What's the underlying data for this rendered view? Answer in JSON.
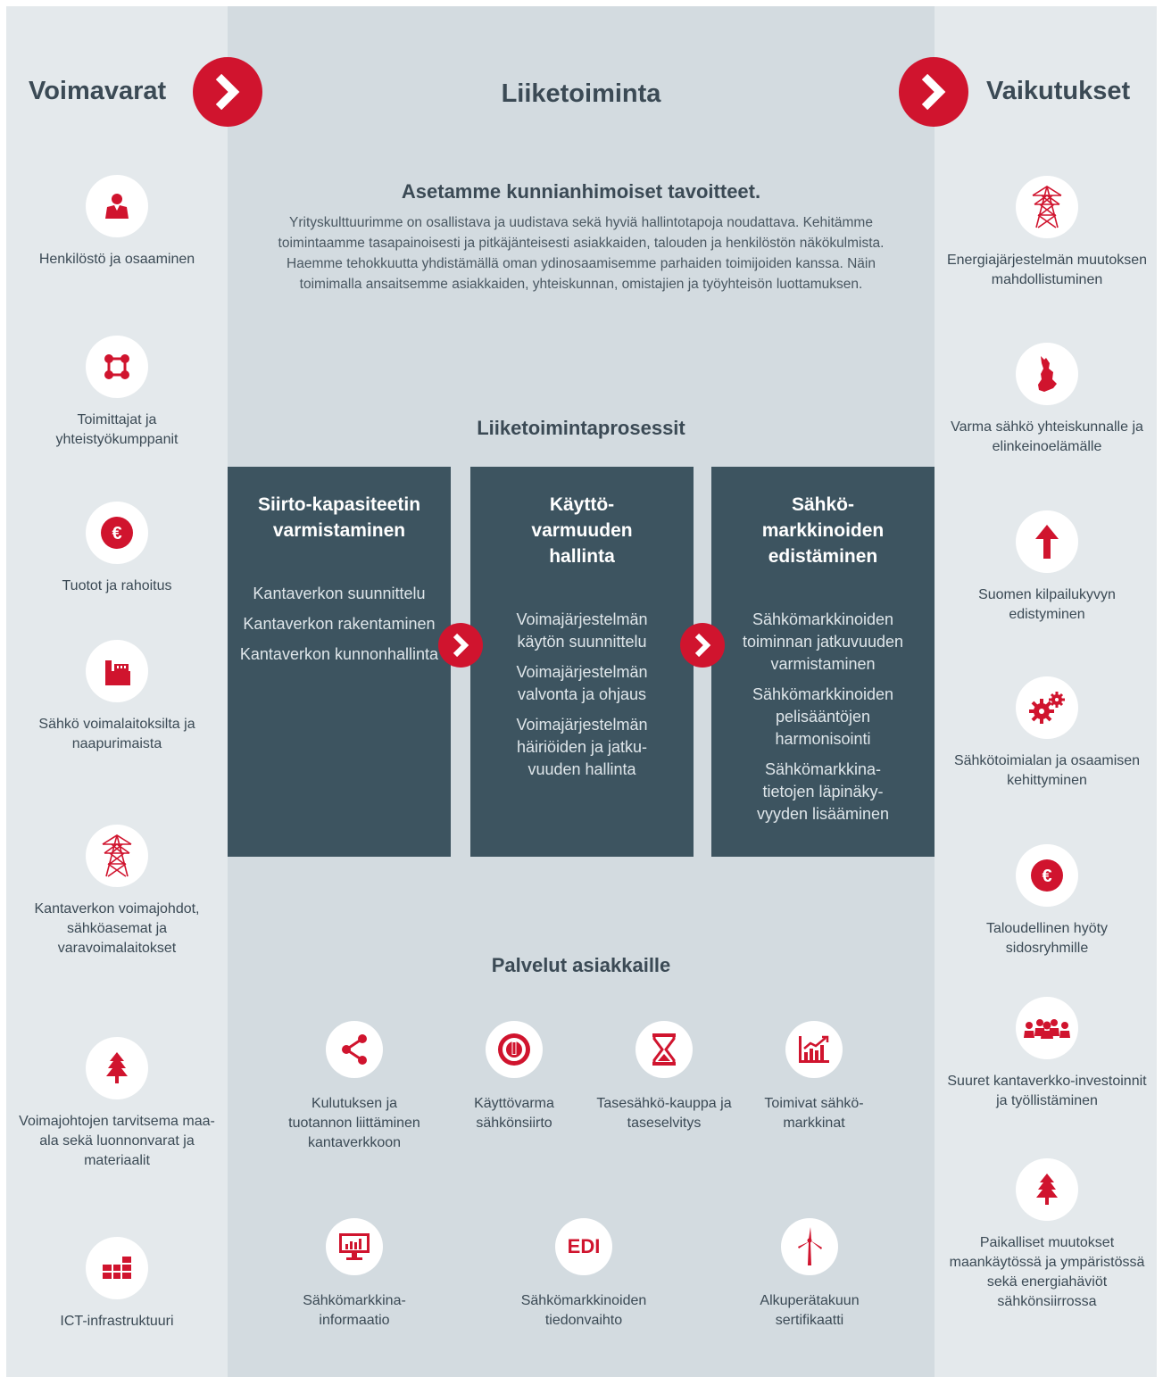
{
  "colors": {
    "accent": "#d0142e",
    "dark_box": "#3d5460",
    "side_bg": "#e4e9ec",
    "mid_bg": "#d3dbe0",
    "text": "#3b4a55"
  },
  "headings": {
    "left": "Voimavarat",
    "middle": "Liiketoiminta",
    "right": "Vaikutukset"
  },
  "left_items": [
    {
      "label": "Henkilöstö ja osaaminen",
      "icon": "person-icon"
    },
    {
      "label": "Toimittajat ja yhteistyökumppanit",
      "icon": "network-icon"
    },
    {
      "label": "Tuotot ja rahoitus",
      "icon": "euro-icon"
    },
    {
      "label": "Sähkö voimalaitoksilta ja naapurimaista",
      "icon": "factory-icon"
    },
    {
      "label": "Kantaverkon voimajohdot, sähköasemat ja varavoimalaitokset",
      "icon": "pylon-icon"
    },
    {
      "label": "Voimajohtojen tarvitsema maa-ala sekä luonnonvarat ja materiaalit",
      "icon": "tree-icon"
    },
    {
      "label": "ICT-infrastruktuuri",
      "icon": "blocks-icon"
    }
  ],
  "right_items": [
    {
      "label": "Energiajärjestelmän muutoksen mahdollistuminen",
      "icon": "pylon-icon"
    },
    {
      "label": "Varma sähkö yhteiskunnalle ja elinkeinoelämälle",
      "icon": "finland-map-icon"
    },
    {
      "label": "Suomen kilpailukyvyn edistyminen",
      "icon": "arrow-up-icon"
    },
    {
      "label": "Sähkötoimialan ja osaamisen kehittyminen",
      "icon": "gears-icon"
    },
    {
      "label": "Taloudellinen hyöty sidosryhmille",
      "icon": "euro-icon"
    },
    {
      "label": "Suuret kantaverkko-investoinnit ja työllistäminen",
      "icon": "group-icon"
    },
    {
      "label": "Paikalliset muutokset maankäytössä ja ympäristössä sekä energiahäviöt sähkönsiirrossa",
      "icon": "tree-icon"
    }
  ],
  "intro": {
    "title": "Asetamme kunnianhimoiset tavoitteet.",
    "text": "Yrityskulttuurimme on osallistava ja uudistava sekä hyviä hallintotapoja noudattava. Kehitämme toimintaamme tasapainoisesti ja pitkäjänteisesti asiakkaiden, talouden ja henkilöstön näkökulmista. Haemme tehokkuutta yhdistämällä oman ydinosaamisemme parhaiden toimijoiden kanssa. Näin toimimalla ansaitsemme asiakkaiden, yhteiskunnan, omistajien ja työyhteisön luottamuksen."
  },
  "processes": {
    "title": "Liiketoimintaprosessit",
    "boxes": [
      {
        "title": "Siirto-kapasiteetin varmistaminen",
        "items": [
          "Kantaverkon suunnittelu",
          "Kantaverkon rakentaminen",
          "Kantaverkon kunnonhallinta"
        ]
      },
      {
        "title": "Käyttö-varmuuden hallinta",
        "items": [
          "Voimajärjestelmän käytön suunnittelu",
          "Voimajärjestelmän valvonta ja ohjaus",
          "Voimajärjestelmän häiriöiden ja jatku-vuuden hallinta"
        ]
      },
      {
        "title": "Sähkö-markkinoiden edistäminen",
        "items": [
          "Sähkömarkkinoiden toiminnan jatkuvuuden varmistaminen",
          "Sähkömarkkinoiden pelisääntöjen harmonisointi",
          "Sähkömarkkina-tietojen läpinäky-vyyden lisääminen"
        ]
      }
    ]
  },
  "services": {
    "title": "Palvelut asiakkaille",
    "row1": [
      {
        "label": "Kulutuksen ja tuotannon liittäminen kantaverkkoon",
        "icon": "share-icon"
      },
      {
        "label": "Käyttövarma sähkönsiirto",
        "icon": "power-icon"
      },
      {
        "label": "Tasesähkö-kauppa ja taseselvitys",
        "icon": "hourglass-icon"
      },
      {
        "label": "Toimivat sähkö-markkinat",
        "icon": "chart-icon"
      }
    ],
    "row2": [
      {
        "label": "Sähkömarkkina-informaatio",
        "icon": "monitor-chart-icon"
      },
      {
        "label": "Sähkömarkkinoiden tiedonvaihto",
        "icon": "edi-icon",
        "icon_text": "EDI"
      },
      {
        "label": "Alkuperätakuun sertifikaatti",
        "icon": "wind-turbine-icon"
      }
    ]
  }
}
